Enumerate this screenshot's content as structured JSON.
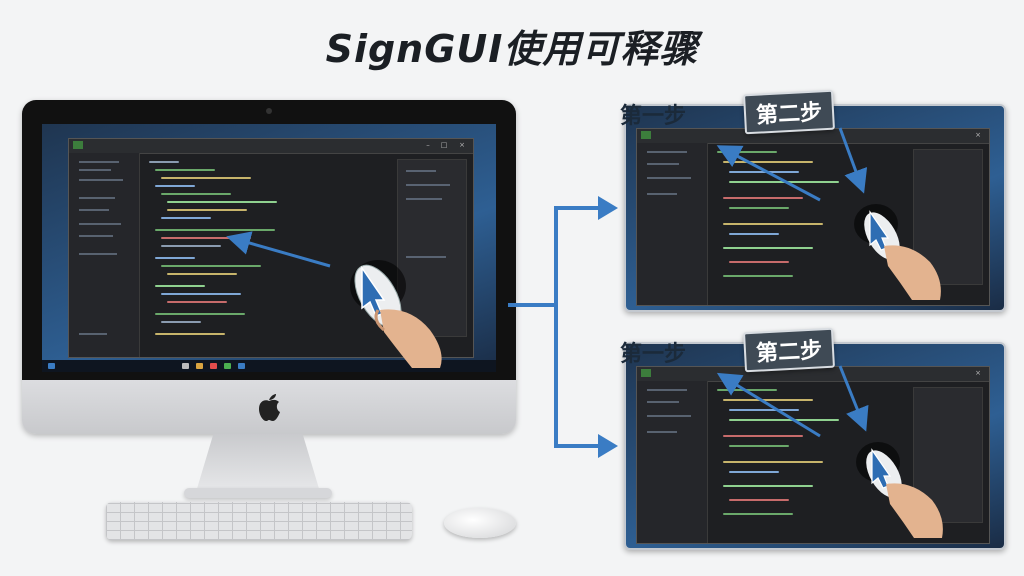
{
  "title": "SignGUI使用可释骤",
  "steps": {
    "top": {
      "step1_label": "第一步",
      "step2_label": "第二步"
    },
    "bottom": {
      "step1_label": "第一步",
      "step2_label": "第二步"
    }
  },
  "icons": [
    "apple-icon",
    "pointer-arrow-icon",
    "hand-icon",
    "flow-arrow-icon"
  ],
  "colors": {
    "accent": "#3a7cc4",
    "label_box": "#3f4a55"
  }
}
